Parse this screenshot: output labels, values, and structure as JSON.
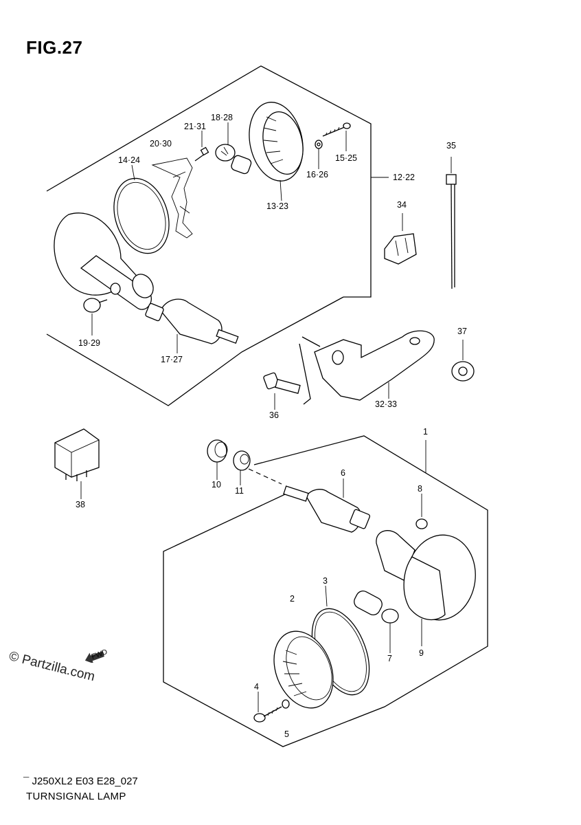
{
  "figure": {
    "title": "FIG.27",
    "code": "¯ J250XL2 E03 E28_027",
    "caption": "TURNSIGNAL LAMP"
  },
  "watermark": {
    "text": "© Partzilla.com",
    "arrow_label": "FWD"
  },
  "callouts": {
    "c1": "1",
    "c2": "2",
    "c3": "3",
    "c4": "4",
    "c5": "5",
    "c6": "6",
    "c7": "7",
    "c8": "8",
    "c9": "9",
    "c10": "10",
    "c11": "11",
    "c12_22": "12·22",
    "c13_23": "13·23",
    "c14_24": "14·24",
    "c15_25": "15·25",
    "c16_26": "16·26",
    "c17_27": "17·27",
    "c18_28": "18·28",
    "c19_29": "19·29",
    "c20_30": "20·30",
    "c21_31": "21·31",
    "c32_33": "32·33",
    "c34": "34",
    "c35": "35",
    "c36": "36",
    "c37": "37",
    "c38": "38"
  }
}
